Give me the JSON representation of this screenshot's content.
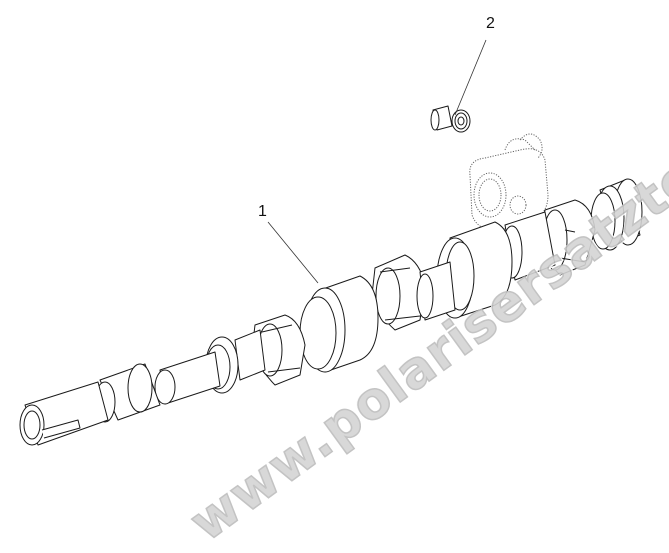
{
  "diagram": {
    "type": "exploded parts diagram",
    "subject": "camshaft assembly",
    "callouts": [
      {
        "number": "1",
        "part": "camshaft"
      },
      {
        "number": "2",
        "part": "plug / bolt"
      }
    ]
  },
  "watermark": {
    "text": "www.polarisersatzteile.de",
    "color": "#d0d0d0"
  },
  "colors": {
    "line": "#1a1a1a",
    "ghost_line": "#777777",
    "background": "#ffffff"
  }
}
